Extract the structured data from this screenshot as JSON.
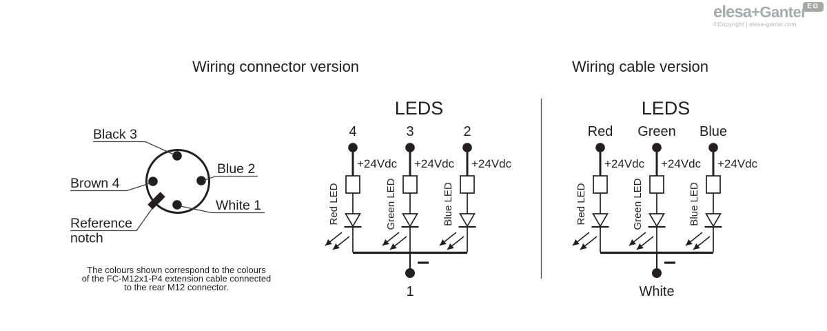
{
  "page": {
    "background": "#ffffff",
    "ink_color": "#231f20"
  },
  "branding": {
    "logo_main": "elesa",
    "logo_suffix": "+Ganter",
    "copyright": "©Copyright | elesa-ganter.com",
    "badge": "EG",
    "logo_color": "#a7a9ac"
  },
  "connector_version": {
    "title": "Wiring connector version",
    "pin_labels": {
      "top": "Black 3",
      "right": "Blue 2",
      "left": "Brown 4",
      "bottom": "White 1"
    },
    "notch_label": [
      "Reference",
      "notch"
    ],
    "note": [
      "The colours shown correspond to the colours",
      "of the FC-M12x1-P4 extension cable connected",
      "to the rear M12 connector."
    ],
    "leds": {
      "title": "LEDS",
      "columns": [
        {
          "terminal": "4",
          "supply": "+24Vdc",
          "led_label": "Red LED"
        },
        {
          "terminal": "3",
          "supply": "+24Vdc",
          "led_label": "Green LED"
        },
        {
          "terminal": "2",
          "supply": "+24Vdc",
          "led_label": "Blue LED"
        }
      ],
      "polarity": "−",
      "common_terminal": "1"
    }
  },
  "cable_version": {
    "title": "Wiring cable version",
    "leds": {
      "title": "LEDS",
      "columns": [
        {
          "terminal": "Red",
          "supply": "+24Vdc",
          "led_label": "Red LED"
        },
        {
          "terminal": "Green",
          "supply": "+24Vdc",
          "led_label": "Green LED"
        },
        {
          "terminal": "Blue",
          "supply": "+24Vdc",
          "led_label": "Blue LED"
        }
      ],
      "polarity": "−",
      "common_terminal": "White"
    }
  }
}
